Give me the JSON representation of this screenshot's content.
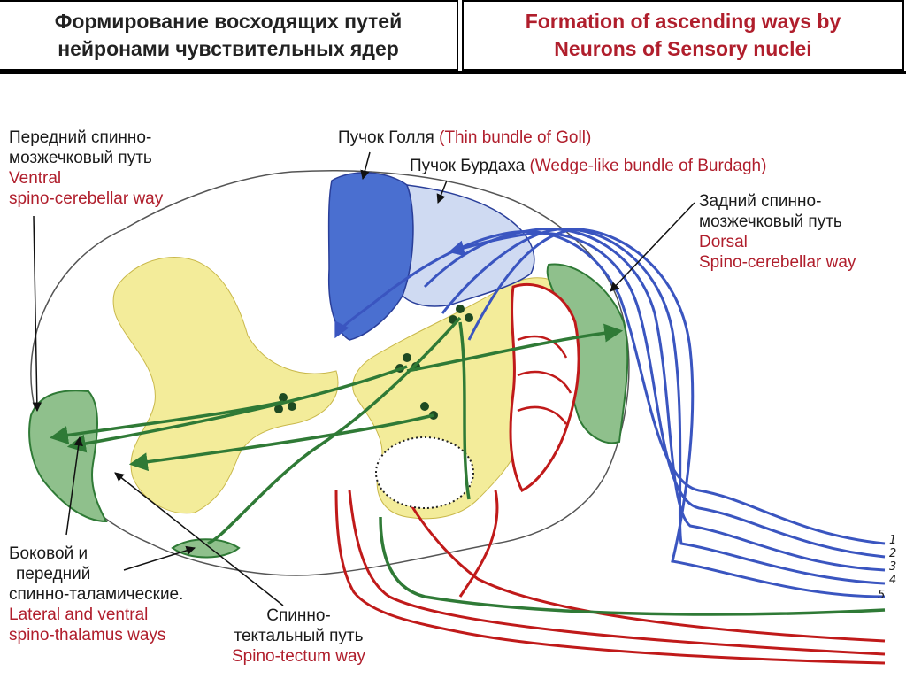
{
  "header": {
    "left_line1": "Формирование восходящих путей",
    "left_line2": "нейронами чувствительных ядер",
    "right_line1": "Formation of ascending  ways by",
    "right_line2": "Neurons of Sensory nuclei"
  },
  "labels": {
    "ventral_sc": {
      "ru1": "Передний спинно-",
      "ru2": "мозжечковый путь",
      "en1": "Ventral",
      "en2": "spino-cerebellar way"
    },
    "goll": {
      "ru": "Пучок Голля",
      "en": "(Thin bundle of Goll)"
    },
    "burdach": {
      "ru": "Пучок Бурдаха",
      "en": "(Wedge-like bundle of Burdagh)"
    },
    "dorsal_sc": {
      "ru1": "Задний спинно-",
      "ru2": "мозжечковый путь",
      "en1": "Dorsal",
      "en2": "Spino-cerebellar way"
    },
    "spinothalamic": {
      "ru1": "Боковой и",
      "ru2": "передний",
      "ru3": "спинно-таламические.",
      "en1": "Lateral and ventral",
      "en2": "spino-thalamus ways"
    },
    "spinotectal": {
      "ru1": "Спинно-",
      "ru2": "тектальный путь",
      "en1": "Spino-tectum way"
    }
  },
  "root_numbers": [
    "1",
    "2",
    "3",
    "4",
    "5"
  ],
  "colors": {
    "blue": "#3a55c0",
    "green": "#2f7a36",
    "red": "#c01a1a",
    "yellow": "#f3ec9a",
    "title_red": "#b01e2c"
  }
}
